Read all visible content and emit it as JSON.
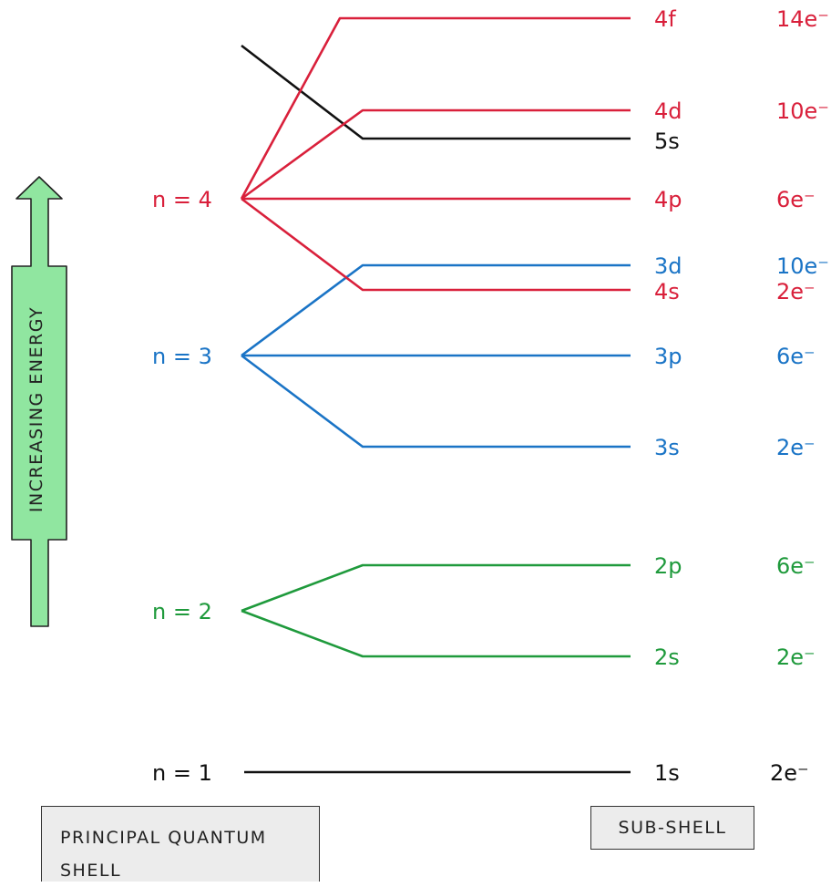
{
  "colors": {
    "red": "#d9203b",
    "blue": "#1a74c6",
    "green": "#1f9a3c",
    "black": "#111111",
    "arrow_fill": "#90e6a0"
  },
  "energy_label": "INCREASING ENERGY",
  "principal_box": {
    "line1": "PRINCIPAL QUANTUM",
    "line2": "SHELL"
  },
  "subshell_box": "SUB-SHELL",
  "shells": {
    "n1": "n = 1",
    "n2": "n = 2",
    "n3": "n = 3",
    "n4": "n = 4"
  },
  "subshells": [
    {
      "id": "4f",
      "label": "4f",
      "electrons": "14e⁻",
      "color": "red"
    },
    {
      "id": "4d",
      "label": "4d",
      "electrons": "10e⁻",
      "color": "red"
    },
    {
      "id": "5s",
      "label": "5s",
      "electrons": "",
      "color": "black"
    },
    {
      "id": "4p",
      "label": "4p",
      "electrons": "6e⁻",
      "color": "red"
    },
    {
      "id": "3d",
      "label": "3d",
      "electrons": "10e⁻",
      "color": "blue"
    },
    {
      "id": "4s",
      "label": "4s",
      "electrons": "2e⁻",
      "color": "red"
    },
    {
      "id": "3p",
      "label": "3p",
      "electrons": "6e⁻",
      "color": "blue"
    },
    {
      "id": "3s",
      "label": "3s",
      "electrons": "2e⁻",
      "color": "blue"
    },
    {
      "id": "2p",
      "label": "2p",
      "electrons": "6e⁻",
      "color": "green"
    },
    {
      "id": "2s",
      "label": "2s",
      "electrons": "2e⁻",
      "color": "green"
    },
    {
      "id": "1s",
      "label": "1s",
      "electrons": "2e⁻",
      "color": "black"
    }
  ]
}
